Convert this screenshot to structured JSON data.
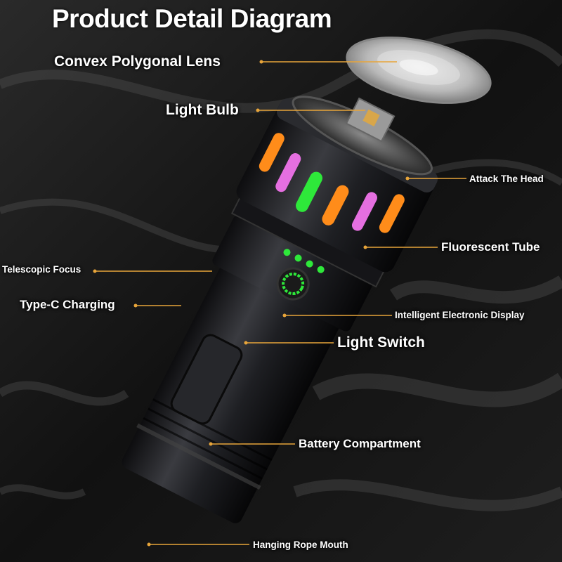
{
  "title": "Product Detail Diagram",
  "colors": {
    "leader_line": "#e8a53a",
    "orange_tube": "#ff8c1a",
    "pink_tube": "#e56fe0",
    "green_tube": "#2ee83a",
    "body": "#1c1d20"
  },
  "labels": {
    "convex_lens": "Convex Polygonal Lens",
    "light_bulb": "Light Bulb",
    "attack_head": "Attack The Head",
    "fluorescent_tube": "Fluorescent Tube",
    "telescopic_focus": "Telescopic Focus",
    "type_c": "Type-C Charging",
    "electronic_display": "Intelligent Electronic Display",
    "light_switch": "Light Switch",
    "battery": "Battery Compartment",
    "rope_mouth": "Hanging Rope Mouth"
  },
  "battery_indicator_dots": 4
}
